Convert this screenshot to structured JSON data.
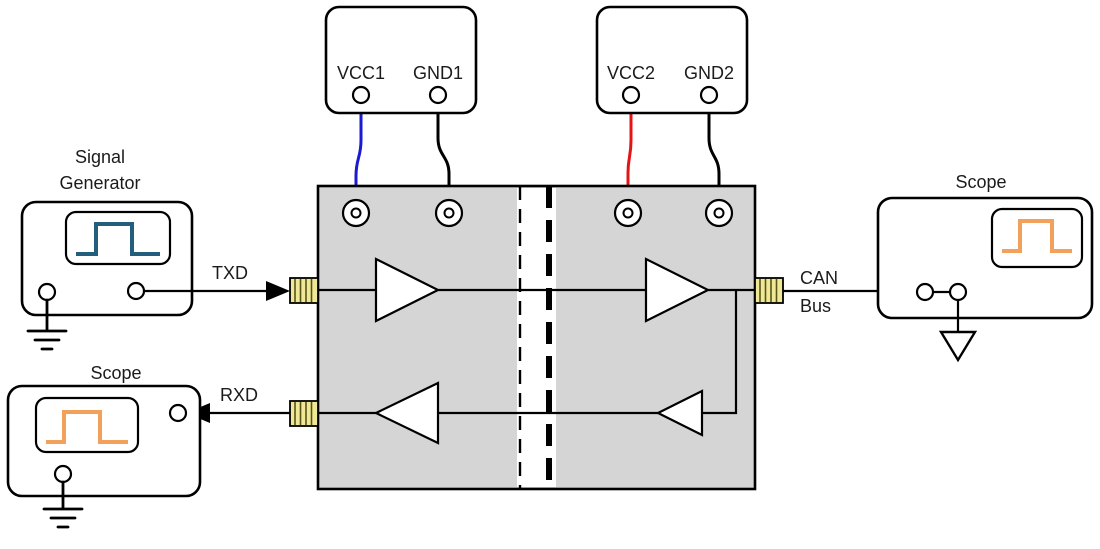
{
  "labels": {
    "power_supply_1": {
      "vcc": "VCC1",
      "gnd": "GND1"
    },
    "power_supply_2": {
      "vcc": "VCC2",
      "gnd": "GND2"
    },
    "signal_generator": {
      "line1": "Signal",
      "line2": "Generator"
    },
    "scope_bottom": "Scope",
    "scope_right": "Scope",
    "signals": {
      "txd": "TXD",
      "rxd": "RXD",
      "can_line1": "CAN",
      "can_line2": "Bus"
    }
  },
  "colors": {
    "vcc1_wire": "#1a1ad2",
    "vcc2_wire": "#e51414",
    "gnd_wire": "#000000",
    "dut_fill": "#d5d5d5",
    "connector_fill": "#f0e896",
    "connector_hatch": "#55551a",
    "generator_waveform": "#235e7c",
    "scope_waveform": "#f2a05a"
  }
}
